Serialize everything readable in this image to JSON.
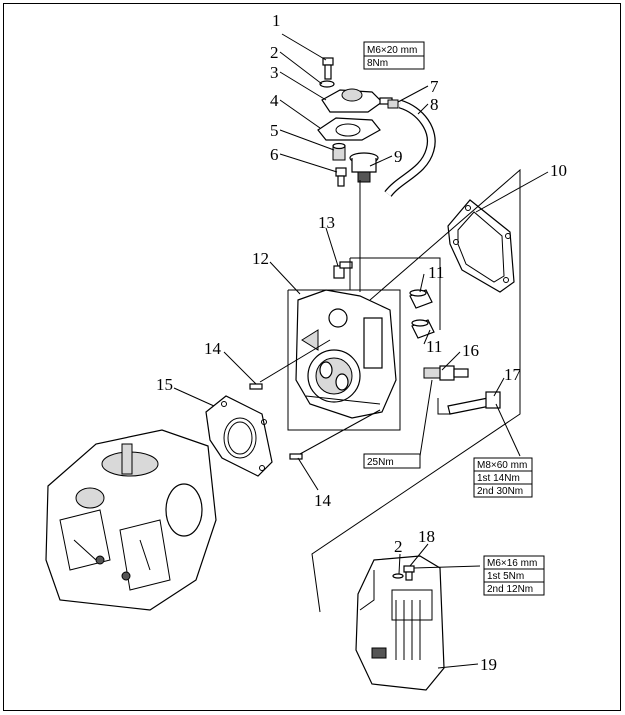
{
  "callouts": [
    {
      "id": "c1",
      "text": "1"
    },
    {
      "id": "c2",
      "text": "2"
    },
    {
      "id": "c3",
      "text": "3"
    },
    {
      "id": "c4",
      "text": "4"
    },
    {
      "id": "c5",
      "text": "5"
    },
    {
      "id": "c6",
      "text": "6"
    },
    {
      "id": "c7",
      "text": "7"
    },
    {
      "id": "c8",
      "text": "8"
    },
    {
      "id": "c9",
      "text": "9"
    },
    {
      "id": "c10",
      "text": "10"
    },
    {
      "id": "c11a",
      "text": "11"
    },
    {
      "id": "c11b",
      "text": "11"
    },
    {
      "id": "c12",
      "text": "12"
    },
    {
      "id": "c13",
      "text": "13"
    },
    {
      "id": "c14a",
      "text": "14"
    },
    {
      "id": "c14b",
      "text": "14"
    },
    {
      "id": "c15",
      "text": "15"
    },
    {
      "id": "c16",
      "text": "16"
    },
    {
      "id": "c17",
      "text": "17"
    },
    {
      "id": "c2b",
      "text": "2"
    },
    {
      "id": "c18",
      "text": "18"
    },
    {
      "id": "c19",
      "text": "19"
    }
  ],
  "spec_boxes": {
    "bolt1": [
      "M6×20 mm",
      "8Nm"
    ],
    "plug16": [
      "25Nm"
    ],
    "bolt17": [
      "M8×60 mm",
      "1st 14Nm",
      "2nd 30Nm"
    ],
    "bolt18": [
      "M6×16 mm",
      "1st 5Nm",
      "2nd 12Nm"
    ]
  }
}
